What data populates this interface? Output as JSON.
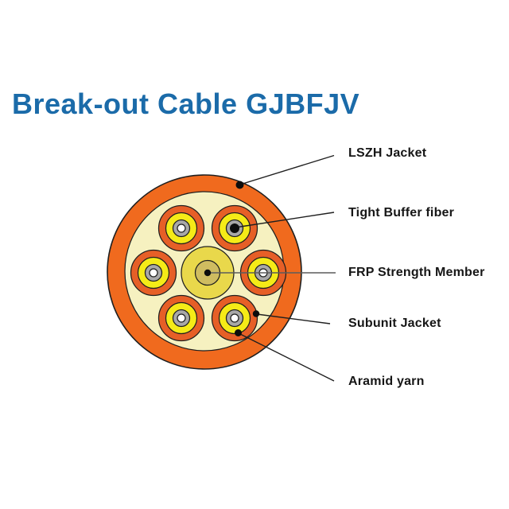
{
  "title": "Break-out Cable GJBFJV",
  "diagram": {
    "name": "breakout-cable-cross-section",
    "labels": [
      {
        "text": "LSZH Jacket"
      },
      {
        "text": "Tight Buffer fiber"
      },
      {
        "text": "FRP Strength Member"
      },
      {
        "text": "Subunit Jacket"
      },
      {
        "text": "Aramid yarn"
      }
    ],
    "parts": {
      "outer_jacket": "LSZH Jacket",
      "subunit_count": 6,
      "center": "FRP Strength Member"
    },
    "colors": {
      "title_blue": "#1b6ba9",
      "jacket_orange": "#f06a1e",
      "aramid_cream": "#f6f1c0",
      "subunit_orange": "#e65f27",
      "aramid_yellow": "#f5eb17",
      "buffer_gray": "#a8a8a8",
      "fiber_white": "#ffffff",
      "frp_yellow": "#e9d84b",
      "frp_core": "#cfbc60",
      "line_black": "#1f1f1f",
      "label_black": "#161616"
    }
  }
}
